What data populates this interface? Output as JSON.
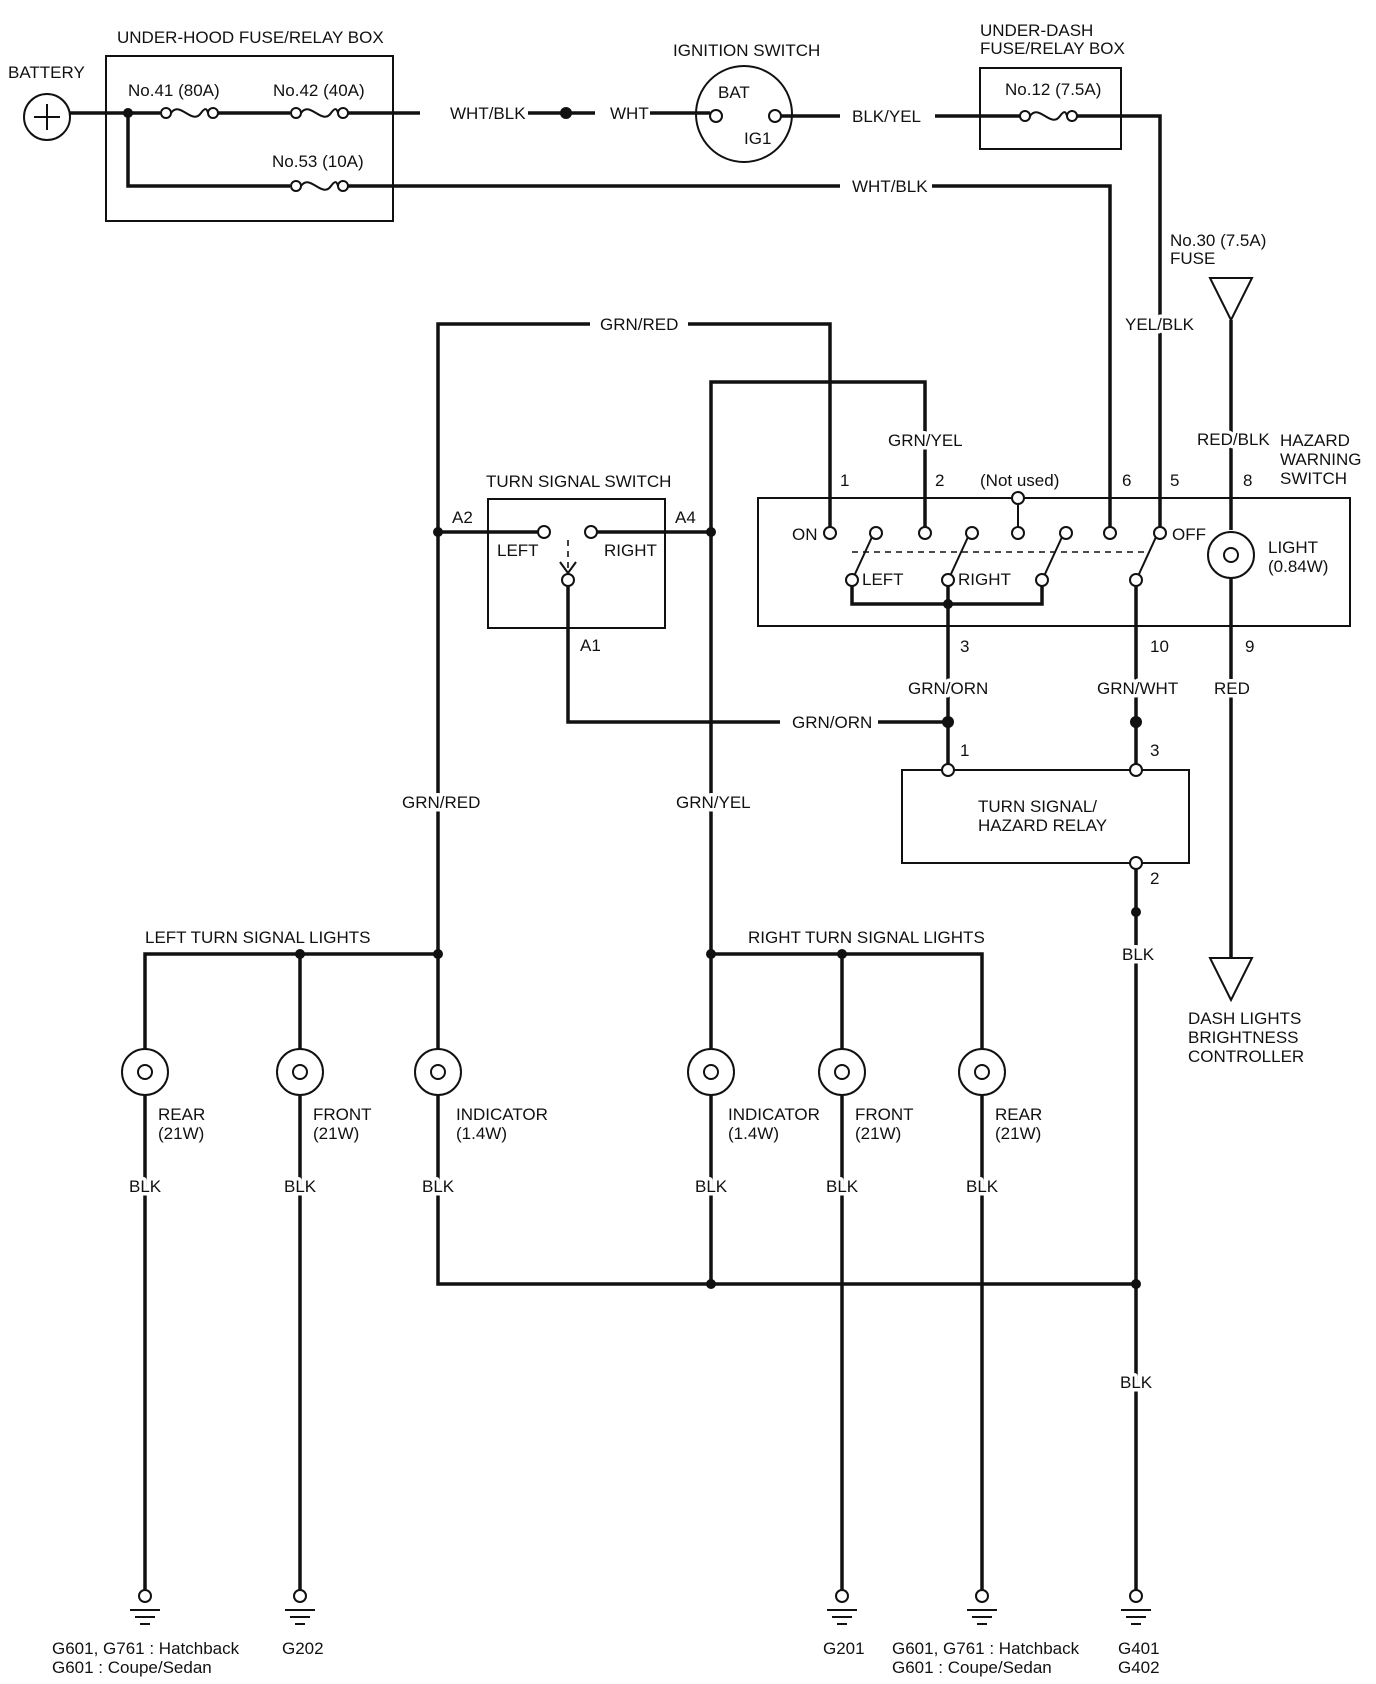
{
  "battery": "BATTERY",
  "under_hood_box": "UNDER-HOOD FUSE/RELAY BOX",
  "fuse41": "No.41 (80A)",
  "fuse42": "No.42 (40A)",
  "fuse53": "No.53 (10A)",
  "ignition_switch": "IGNITION SWITCH",
  "ign_bat": "BAT",
  "ign_ig1": "IG1",
  "under_dash_line1": "UNDER-DASH",
  "under_dash_line2": "FUSE/RELAY BOX",
  "fuse12": "No.12 (7.5A)",
  "fuse30_line1": "No.30 (7.5A)",
  "fuse30_line2": "FUSE",
  "wires": {
    "wht_blk": "WHT/BLK",
    "wht": "WHT",
    "blk_yel": "BLK/YEL",
    "wht_blk2": "WHT/BLK",
    "grn_red": "GRN/RED",
    "grn_yel": "GRN/YEL",
    "yel_blk": "YEL/BLK",
    "red_blk": "RED/BLK",
    "grn_orn_a": "GRN/ORN",
    "grn_orn_b": "GRN/ORN",
    "grn_wht": "GRN/WHT",
    "red": "RED",
    "grn_red_v": "GRN/RED",
    "grn_yel_v": "GRN/YEL",
    "blk_relay": "BLK",
    "blk_ground": "BLK",
    "blk": "BLK"
  },
  "hazard": {
    "line1": "HAZARD",
    "line2": "WARNING",
    "line3": "SWITCH",
    "not_used": "(Not used)",
    "on": "ON",
    "off": "OFF",
    "left": "LEFT",
    "right": "RIGHT",
    "light": "LIGHT",
    "light_w": "(0.84W)",
    "pins": {
      "p1": "1",
      "p2": "2",
      "p6": "6",
      "p5": "5",
      "p8": "8",
      "p3": "3",
      "p10": "10",
      "p9": "9"
    }
  },
  "turn_switch": {
    "title": "TURN SIGNAL SWITCH",
    "left": "LEFT",
    "right": "RIGHT",
    "a2": "A2",
    "a4": "A4",
    "a1": "A1"
  },
  "relay": {
    "line1": "TURN SIGNAL/",
    "line2": "HAZARD RELAY",
    "p1": "1",
    "p3": "3",
    "p2": "2"
  },
  "dash_lights": {
    "line1": "DASH LIGHTS",
    "line2": "BRIGHTNESS",
    "line3": "CONTROLLER"
  },
  "left_lights": {
    "title": "LEFT TURN SIGNAL LIGHTS",
    "rear": "REAR",
    "rear_w": "(21W)",
    "front": "FRONT",
    "front_w": "(21W)",
    "indicator": "INDICATOR",
    "indicator_w": "(1.4W)"
  },
  "right_lights": {
    "title": "RIGHT TURN SIGNAL LIGHTS",
    "indicator": "INDICATOR",
    "indicator_w": "(1.4W)",
    "front": "FRONT",
    "front_w": "(21W)",
    "rear": "REAR",
    "rear_w": "(21W)"
  },
  "grounds": {
    "g_left_rear_1": "G601, G761 : Hatchback",
    "g_left_rear_2": "G601 : Coupe/Sedan",
    "g202": "G202",
    "g201": "G201",
    "g_right_rear_1": "G601, G761 : Hatchback",
    "g_right_rear_2": "G601 : Coupe/Sedan",
    "g401": "G401",
    "g402": "G402"
  }
}
